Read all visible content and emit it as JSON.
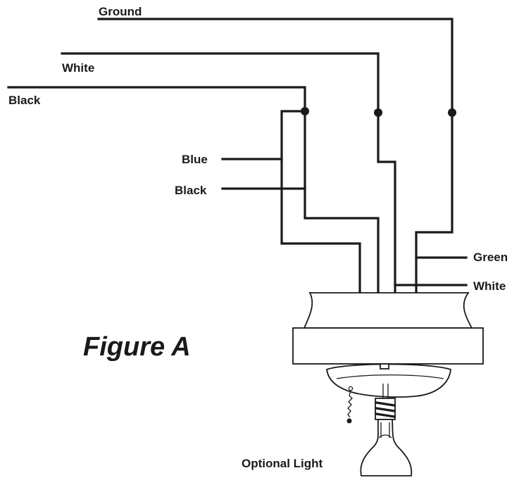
{
  "labels": {
    "ground": "Ground",
    "house_white": "White",
    "house_black": "Black",
    "fan_blue": "Blue",
    "fan_black": "Black",
    "fan_green": "Green",
    "fan_white": "White",
    "figure": "Figure A",
    "optional_light": "Optional Light"
  }
}
